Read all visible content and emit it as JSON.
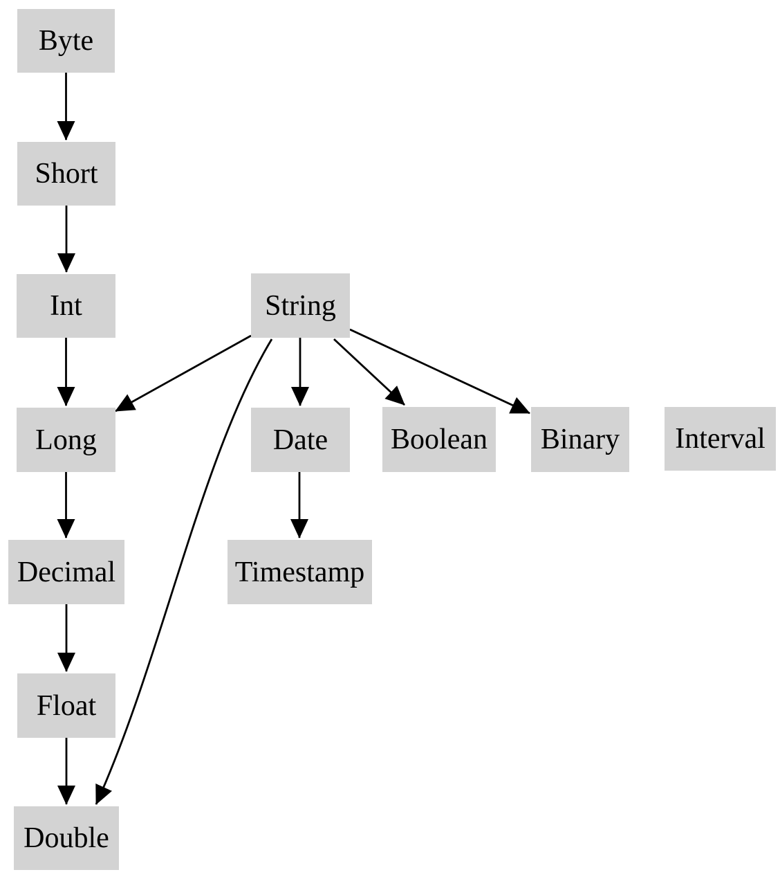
{
  "diagram": {
    "background_color": "#ffffff",
    "node_fill_color": "#d3d3d3",
    "node_text_color": "#000000",
    "edge_color": "#000000",
    "nodes": [
      {
        "id": "byte",
        "label": "Byte"
      },
      {
        "id": "short",
        "label": "Short"
      },
      {
        "id": "int",
        "label": "Int"
      },
      {
        "id": "string",
        "label": "String"
      },
      {
        "id": "long",
        "label": "Long"
      },
      {
        "id": "date",
        "label": "Date"
      },
      {
        "id": "boolean",
        "label": "Boolean"
      },
      {
        "id": "binary",
        "label": "Binary"
      },
      {
        "id": "interval",
        "label": "Interval"
      },
      {
        "id": "decimal",
        "label": "Decimal"
      },
      {
        "id": "timestamp",
        "label": "Timestamp"
      },
      {
        "id": "float",
        "label": "Float"
      },
      {
        "id": "double",
        "label": "Double"
      }
    ],
    "edges": [
      {
        "from": "Byte",
        "to": "Short"
      },
      {
        "from": "Short",
        "to": "Int"
      },
      {
        "from": "Int",
        "to": "Long"
      },
      {
        "from": "Long",
        "to": "Decimal"
      },
      {
        "from": "Decimal",
        "to": "Float"
      },
      {
        "from": "Float",
        "to": "Double"
      },
      {
        "from": "String",
        "to": "Long"
      },
      {
        "from": "String",
        "to": "Date"
      },
      {
        "from": "String",
        "to": "Boolean"
      },
      {
        "from": "String",
        "to": "Binary"
      },
      {
        "from": "String",
        "to": "Double"
      },
      {
        "from": "Date",
        "to": "Timestamp"
      }
    ]
  }
}
